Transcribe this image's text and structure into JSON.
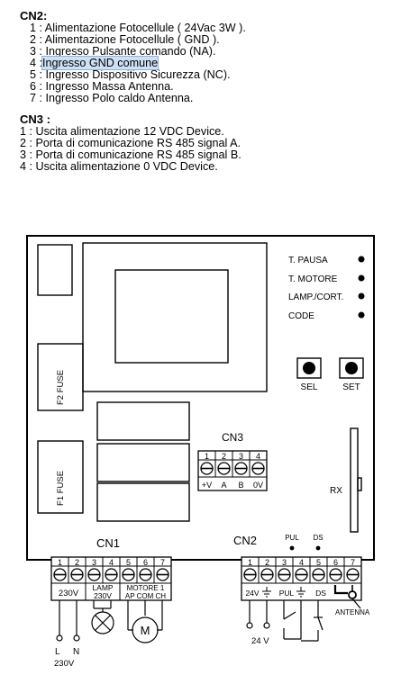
{
  "cn2": {
    "title": "CN2:",
    "items": [
      "1 : Alimentazione Fotocellule ( 24Vac 3W ).",
      "2 : Alimentazione Fotocellule ( GND ).",
      "3 : Ingresso Pulsante comando (NA).",
      "4 :",
      "5 : Ingresso Dispositivo Sicurezza  (NC).",
      "6 : Ingresso Massa Antenna.",
      "7 : Ingresso Polo caldo Antenna."
    ],
    "highlighted": "Ingresso GND comune"
  },
  "cn3": {
    "title": "CN3 :",
    "items": [
      "1   : Uscita alimentazione 12 VDC Device.",
      "2   : Porta di comunicazione RS 485 signal A.",
      "3   : Porta di comunicazione RS 485 signal B.",
      "4   : Uscita alimentazione 0 VDC Device."
    ]
  },
  "board": {
    "leds": [
      "T. PAUSA",
      "T. MOTORE",
      "LAMP./CORT.",
      "CODE"
    ],
    "btn_sel": "SEL",
    "btn_set": "SET",
    "fuse_f2": "F2  FUSE",
    "fuse_f1": "F1  FUSE",
    "rx": "RX",
    "cn3_label": "CN3",
    "cn3_nums": [
      "1",
      "2",
      "3",
      "4"
    ],
    "cn3_pins": [
      "+V",
      "A",
      "B",
      "0V"
    ],
    "cn1_label": "CN1",
    "cn1_nums": [
      "1",
      "2",
      "3",
      "4",
      "5",
      "6",
      "7"
    ],
    "cn1_g230": "230V",
    "cn1_lamp": [
      "LAMP",
      "230V"
    ],
    "cn1_motore": [
      "MOTORE 1",
      "AP COM CH"
    ],
    "cn2_label": "CN2",
    "cn2_nums": [
      "1",
      "2",
      "3",
      "4",
      "5",
      "6",
      "7"
    ],
    "cn2_bottom": [
      "24V",
      "PUL",
      "DS"
    ],
    "pul_top": "PUL",
    "ds_top": "DS",
    "antenna": "ANTENNA",
    "l": "L",
    "n": "N",
    "v230": "230V",
    "motor": "M",
    "v24": "24 V"
  }
}
